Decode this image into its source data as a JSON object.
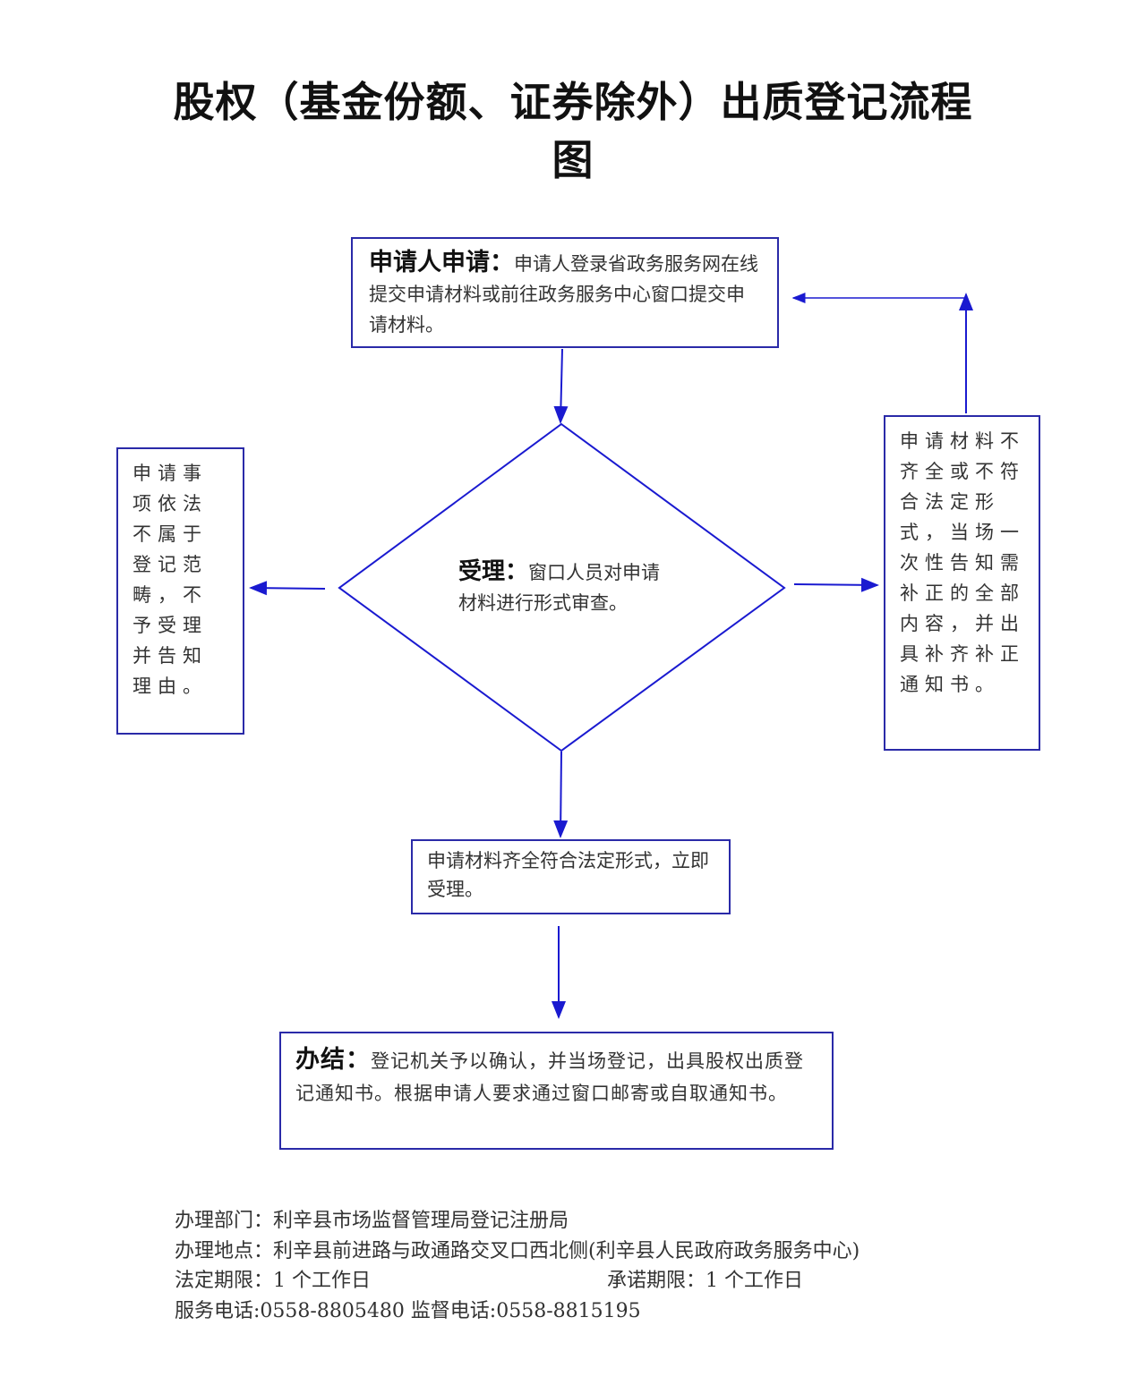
{
  "title": {
    "line1": "股权（基金份额、证券除外）出质登记流程",
    "line2": "图"
  },
  "steps": {
    "apply": {
      "label": "申请人申请：",
      "text": "申请人登录省政务服务网在线提交申请材料或前往政务服务中心窗口提交申请材料。"
    },
    "accept_review": {
      "label": "受理：",
      "text": "窗口人员对申请材料进行形式审查。"
    },
    "reject": {
      "text": "申请事项依法不属于登记范畴，不予受理并告知理由。"
    },
    "supplement": {
      "text": "申请材料不齐全或不符合法定形式，当场一次性告知需补正的全部内容，并出具补齐补正通知书。"
    },
    "accepted": {
      "text": "申请材料齐全符合法定形式，立即受理。"
    },
    "complete": {
      "label": "办结：",
      "text": "登记机关予以确认，并当场登记，出具股权出质登记通知书。根据申请人要求通过窗口邮寄或自取通知书。"
    }
  },
  "footer": {
    "department": "办理部门：利辛县市场监督管理局登记注册局",
    "address": "办理地点：利辛县前进路与政通路交叉口西北侧(利辛县人民政府政务服务中心)",
    "legal_period": "法定期限：1 个工作日",
    "promised_period": "承诺期限：1 个工作日",
    "phones": "服务电话:0558-8805480 监督电话:0558-8815195"
  },
  "colors": {
    "line": "#1a1ad0",
    "border": "#2a2aa8"
  }
}
